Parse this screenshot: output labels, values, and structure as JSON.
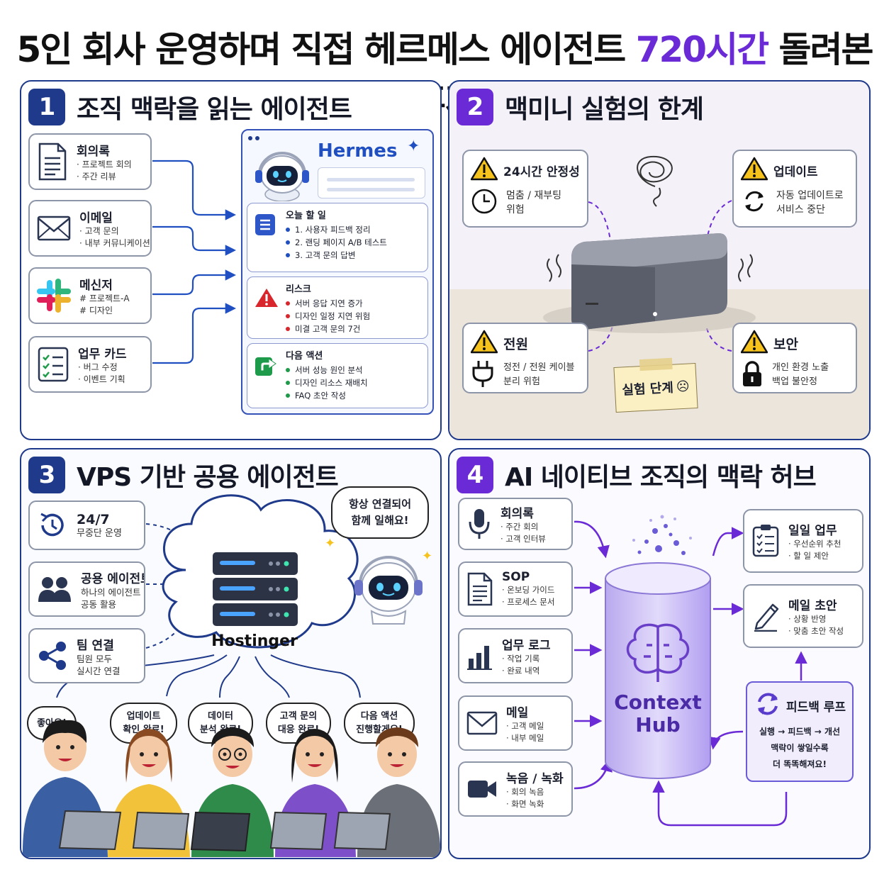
{
  "title": {
    "main": "5인 회사 운영하며 직접 헤르메스 에이전트 ",
    "highlight": "720시간",
    "tail": " 돌려본 후기"
  },
  "colors": {
    "navy": "#1f3a8a",
    "purple": "#6a2bd6",
    "red": "#d9262c",
    "green": "#1e9b4a",
    "yellow": "#f6c21c"
  },
  "p1": {
    "num": "1",
    "title": "조직 맥락을 읽는 에이전트",
    "sources": [
      {
        "title": "회의록",
        "lines": [
          "· 프로젝트 회의",
          "· 주간 리뷰"
        ],
        "icon": "document-icon"
      },
      {
        "title": "이메일",
        "lines": [
          "· 고객 문의",
          "· 내부 커뮤니케이션"
        ],
        "icon": "mail-icon"
      },
      {
        "title": "메신저",
        "lines": [
          "# 프로젝트-A",
          "# 디자인"
        ],
        "icon": "slack-icon"
      },
      {
        "title": "업무 카드",
        "lines": [
          "· 버그 수정",
          "· 이벤트 기획"
        ],
        "icon": "checklist-icon"
      }
    ],
    "hermes": {
      "brand": "Hermes",
      "today": {
        "title": "오늘 할 일",
        "items": [
          "1. 사용자 피드백 정리",
          "2. 랜딩 페이지 A/B 테스트",
          "3. 고객 문의 답변"
        ]
      },
      "risk": {
        "title": "리스크",
        "items": [
          "서버 응답 지연 증가",
          "디자인 일정 지연 위험",
          "미결 고객 문의 7건"
        ]
      },
      "next": {
        "title": "다음 액션",
        "items": [
          "서버 성능 원인 분석",
          "디자인 리소스 재배치",
          "FAQ 초안 작성"
        ]
      }
    }
  },
  "p2": {
    "num": "2",
    "title": "맥미니 실험의 한계",
    "cards": [
      {
        "title": "24시간 안정성",
        "lines": [
          "멈춤 / 재부팅",
          "위험"
        ],
        "icon": "clock-icon"
      },
      {
        "title": "업데이트",
        "lines": [
          "자동 업데이트로",
          "서비스 중단"
        ],
        "icon": "refresh-icon"
      },
      {
        "title": "전원",
        "lines": [
          "정전 / 전원 케이블",
          "분리 위험"
        ],
        "icon": "plug-icon"
      },
      {
        "title": "보안",
        "lines": [
          "개인 환경 노출",
          "백업 불안정"
        ],
        "icon": "lock-icon"
      }
    ],
    "note": "실험 단계"
  },
  "p3": {
    "num": "3",
    "title": "VPS 기반 공용 에이전트",
    "features": [
      {
        "title": "24/7",
        "lines": [
          "무중단 운영"
        ],
        "icon": "clock-cycle-icon"
      },
      {
        "title": "공용 에이전트",
        "lines": [
          "하나의 에이전트",
          "공동 활용"
        ],
        "icon": "users-icon"
      },
      {
        "title": "팀 연결",
        "lines": [
          "팀원 모두",
          "실시간 연결"
        ],
        "icon": "share-icon"
      }
    ],
    "server": "Hostinger",
    "robot_bubble": "항상 연결되어\n함께 일해요!",
    "bubbles": [
      "좋아요!",
      "업데이트\n확인 완료!",
      "데이터\n분석 완료!",
      "고객 문의\n대응 완료!",
      "다음 액션\n진행할게요!"
    ]
  },
  "p4": {
    "num": "4",
    "title": "AI 네이티브 조직의 맥락 허브",
    "inputs": [
      {
        "title": "회의록",
        "lines": [
          "· 주간 회의",
          "· 고객 인터뷰"
        ],
        "icon": "mic-icon"
      },
      {
        "title": "SOP",
        "lines": [
          "· 온보딩 가이드",
          "· 프로세스 문서"
        ],
        "icon": "document-icon"
      },
      {
        "title": "업무 로그",
        "lines": [
          "· 작업 기록",
          "· 완료 내역"
        ],
        "icon": "bar-chart-icon"
      },
      {
        "title": "메일",
        "lines": [
          "· 고객 메일",
          "· 내부 메일"
        ],
        "icon": "mail-icon"
      },
      {
        "title": "녹음 / 녹화",
        "lines": [
          "· 회의 녹음",
          "· 화면 녹화"
        ],
        "icon": "video-icon"
      }
    ],
    "hub": [
      "Context",
      "Hub"
    ],
    "outputs": [
      {
        "title": "일일 업무",
        "lines": [
          "· 우선순위 추천",
          "· 할 일 제안"
        ],
        "icon": "checklist-icon"
      },
      {
        "title": "메일 초안",
        "lines": [
          "· 상황 반영",
          "· 맞춤 초안 작성"
        ],
        "icon": "pen-icon"
      }
    ],
    "loop": {
      "title": "피드백 루프",
      "lines": [
        "실행 → 피드백 → 개선",
        "맥락이 쌓일수록",
        "더 똑똑해져요!"
      ]
    }
  }
}
